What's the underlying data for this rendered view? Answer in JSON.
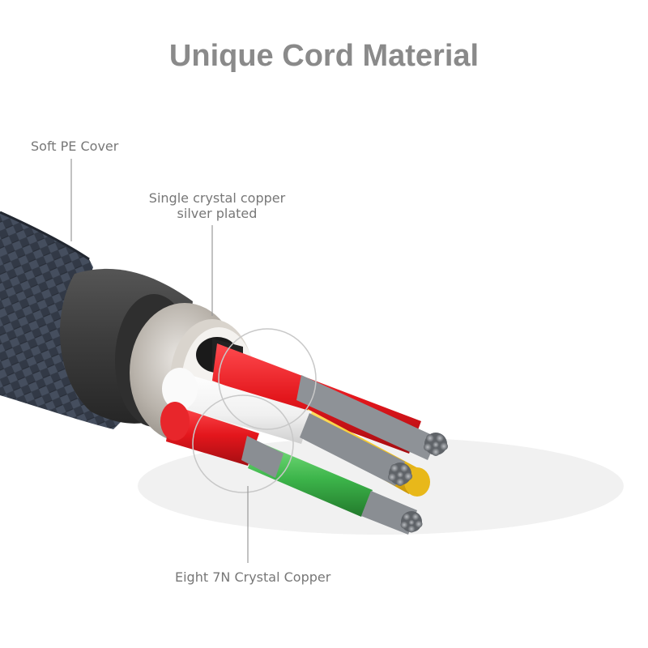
{
  "title": "Unique Cord Material",
  "callouts": {
    "cover": "Soft PE Cover",
    "shield_line1": "Single crystal copper",
    "shield_line2": "silver plated",
    "conductor": "Eight  7N Crystal Copper"
  },
  "colors": {
    "title": "#8a8a8a",
    "label": "#777777",
    "leader": "#9a9a9a",
    "braid": "#3a4250",
    "sleeve": "#3d3d3d",
    "shield": "#b8b2aa",
    "wire_red": "#e3161c",
    "wire_white": "#f4f4f4",
    "wire_yellow": "#f2c21e",
    "wire_green": "#3cb44a",
    "wire_black": "#1a1a1a",
    "strand": "#6f7378"
  }
}
